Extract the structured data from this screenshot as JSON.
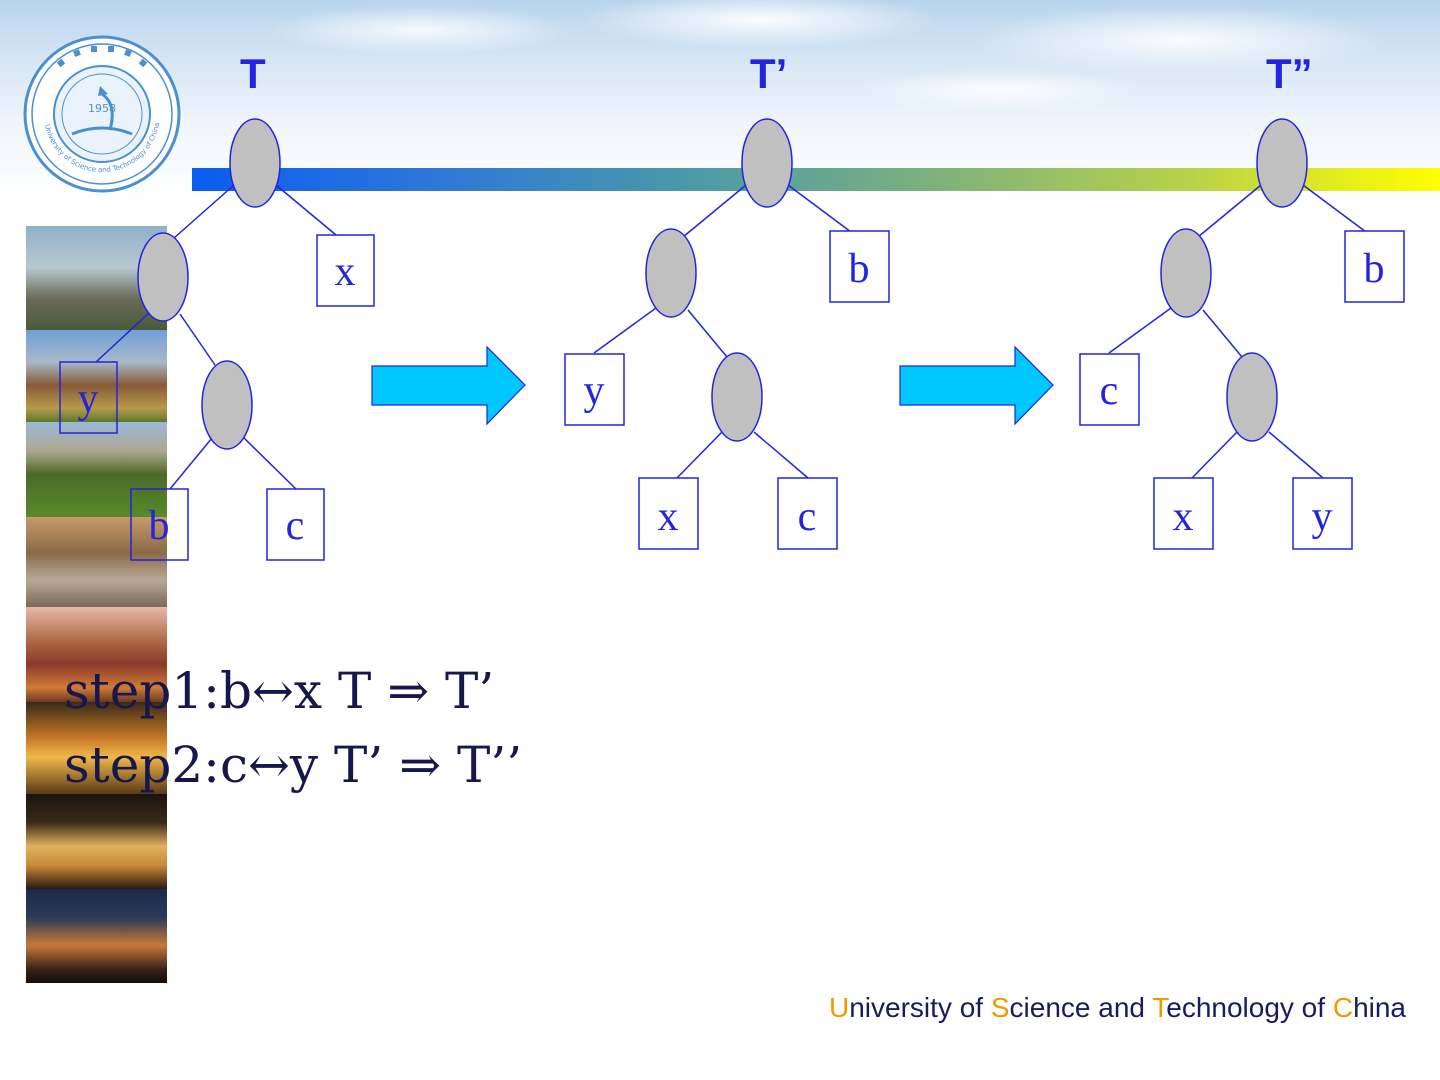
{
  "titles": {
    "tree_t": "T",
    "tree_t1": "T’",
    "tree_t2": "T”"
  },
  "trees": {
    "t": {
      "leaves": [
        "x",
        "y",
        "b",
        "c"
      ]
    },
    "t1": {
      "leaves": [
        "b",
        "y",
        "x",
        "c"
      ]
    },
    "t2": {
      "leaves": [
        "b",
        "c",
        "x",
        "y"
      ]
    }
  },
  "steps": {
    "step1": "step1:b↔x  T ⇒ T’",
    "step2": "step2:c↔y  T’ ⇒ T’’"
  },
  "footer": {
    "parts": [
      {
        "text": "U",
        "highlight": true
      },
      {
        "text": "niversity of ",
        "highlight": false
      },
      {
        "text": "S",
        "highlight": true
      },
      {
        "text": "cience and ",
        "highlight": false
      },
      {
        "text": "T",
        "highlight": true
      },
      {
        "text": "echnology of ",
        "highlight": false
      },
      {
        "text": "C",
        "highlight": true
      },
      {
        "text": "hina",
        "highlight": false
      }
    ]
  },
  "colors": {
    "node_fill": "#c0c0c0",
    "node_stroke": "#2323e0",
    "edge": "#2323e0",
    "arrow_fill": "#00c8ff",
    "footer_highlight": "#f09a00"
  }
}
